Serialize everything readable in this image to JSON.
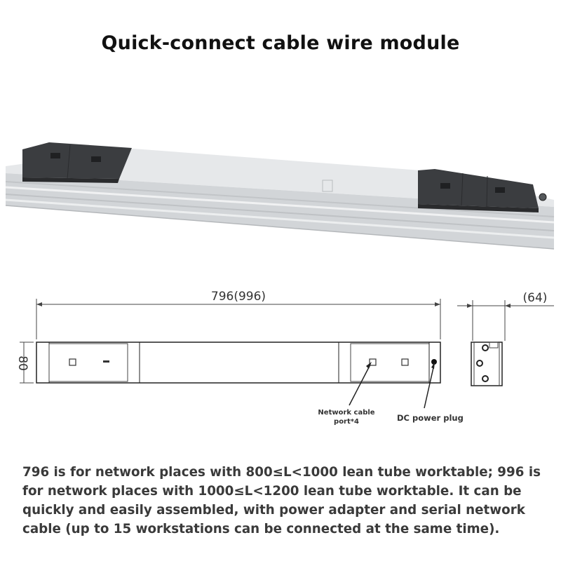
{
  "title": "Quick-connect cable wire module",
  "drawing": {
    "length_dimension": "796(996)",
    "height_dimension": "80",
    "width_dimension": "(64)"
  },
  "callouts": {
    "network_port_line1": "Network cable",
    "network_port_line2": "port*4",
    "dc_power": "DC power plug"
  },
  "description": "796 is for network places with 800≤L<1000 lean tube worktable; 996 is for network places with 1000≤L<1200 lean tube worktable. It can be quickly and easily assembled, with power adapter and serial network cable (up to 15 workstations can be connected at the same time)."
}
